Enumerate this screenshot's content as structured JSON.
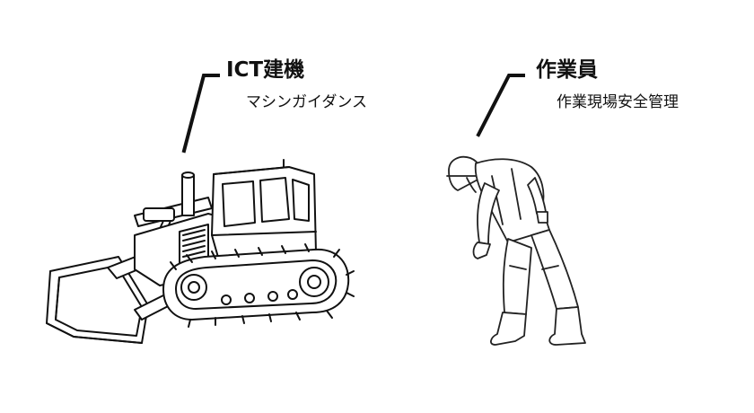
{
  "labels": {
    "machine": {
      "title": "ICT建機",
      "subtitle": "マシンガイダンス",
      "illustration": "bulldozer-illustration"
    },
    "worker": {
      "title": "作業員",
      "subtitle": "作業現場安全管理",
      "illustration": "worker-illustration"
    }
  },
  "colors": {
    "ink": "#111111",
    "background": "#ffffff"
  }
}
